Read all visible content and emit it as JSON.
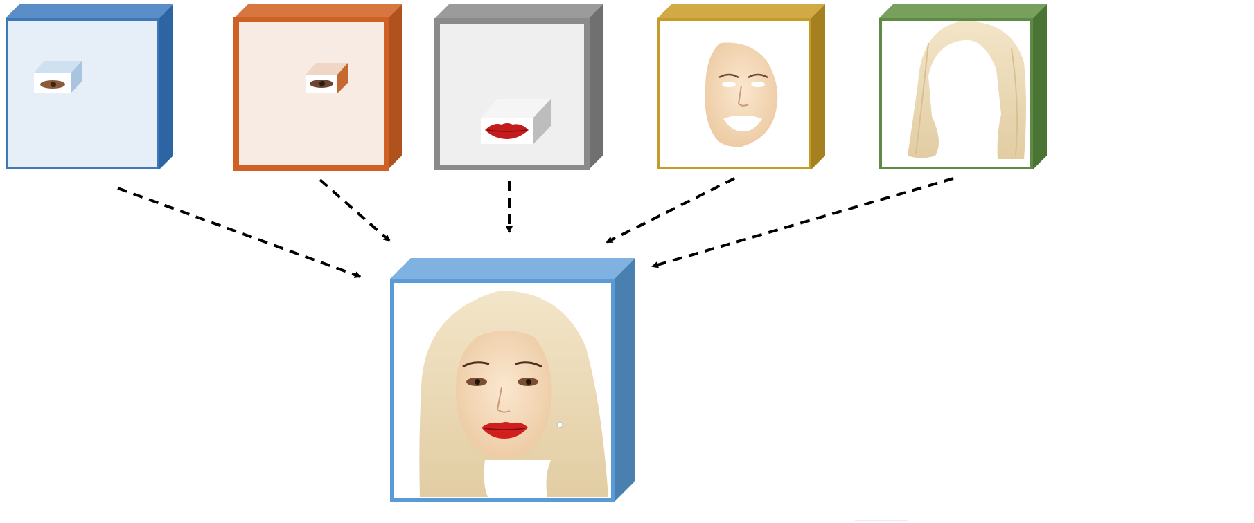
{
  "diagram": {
    "components": [
      {
        "id": "left-eye",
        "part": "eye",
        "face_color": "#e6eef7",
        "frame_color": "#3f78b8",
        "top_color": "#5a8ec8",
        "side_color": "#2d64a4"
      },
      {
        "id": "right-eye",
        "part": "eye",
        "face_color": "#f7ebe3",
        "frame_color": "#cf6124",
        "top_color": "#d7763e",
        "side_color": "#b0521d"
      },
      {
        "id": "mouth",
        "part": "lips",
        "face_color": "#efefef",
        "frame_color": "#8a8a8a",
        "top_color": "#9b9b9b",
        "side_color": "#707070"
      },
      {
        "id": "skin",
        "part": "face",
        "face_color": "#ffffff",
        "frame_color": "#c79a2c",
        "top_color": "#d1aa45",
        "side_color": "#a67f1f"
      },
      {
        "id": "hair",
        "part": "hair",
        "face_color": "#ffffff",
        "frame_color": "#5e8a45",
        "top_color": "#76a05c",
        "side_color": "#4a7434"
      }
    ],
    "result": {
      "id": "composed-face",
      "face_color": "#ffffff",
      "frame_color": "#5b9bd5",
      "top_color": "#7fb2e0",
      "side_color": "#4a80b0"
    },
    "arrow_color": "#000000"
  }
}
